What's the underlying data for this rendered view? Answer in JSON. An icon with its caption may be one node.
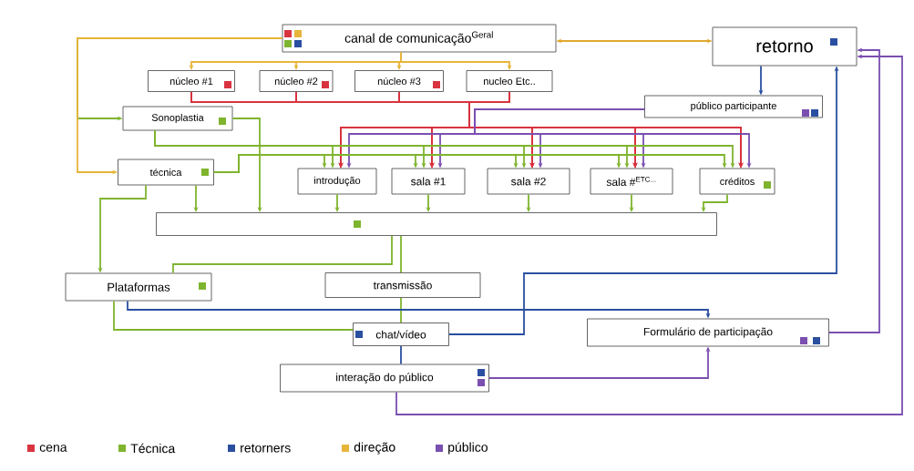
{
  "diagram": {
    "nodes": [
      {
        "text": [
          "canal de comunicação$^{Geral}$"
        ]
      },
      {
        "text": [
          "retorno"
        ]
      },
      {
        "text": [
          "núcleo #1"
        ]
      },
      {
        "text": [
          "núcleo #2"
        ]
      },
      {
        "text": [
          "núcleo #3"
        ]
      },
      {
        "text": [
          "nucleo Etc.."
        ]
      },
      {
        "text": [
          "público participante"
        ]
      },
      {
        "text": [
          "Sonoplastia"
        ]
      },
      {
        "text": [
          "técnica"
        ]
      },
      {
        "text": [
          "introdução"
        ]
      },
      {
        "text": [
          "sala #1"
        ]
      },
      {
        "text": [
          "sala #2"
        ]
      },
      {
        "text": [
          "sala #$^{ETC...}$"
        ]
      },
      {
        "text": [
          "créditos"
        ]
      },
      {
        "text": [],
        "shape": "box"
      },
      {
        "text": [
          "Plataformas"
        ]
      },
      {
        "text": [
          "transmissão"
        ]
      },
      {
        "text": [
          "Formulário de participação"
        ]
      },
      {
        "text": [
          "chat/vídeo"
        ]
      },
      {
        "text": [
          "interação do público"
        ]
      }
    ],
    "edges": [
      {
        "from": 0,
        "to": 1,
        "arrow": "both",
        "color": "#e0a830"
      },
      {
        "from": 0,
        "to": 2,
        "arrow": "to",
        "color": "#e6b53a"
      },
      {
        "from": 0,
        "to": 3,
        "arrow": "to",
        "color": "#e6b53a"
      },
      {
        "from": 0,
        "to": 4,
        "arrow": "to",
        "color": "#e6b53a"
      },
      {
        "from": 0,
        "to": 5,
        "arrow": "to",
        "color": "#e6b53a"
      },
      {
        "from": 0,
        "to": 7,
        "arrow": "to"
      },
      {
        "from": 0,
        "to": 8,
        "arrow": "to",
        "color": "#e6b53a"
      },
      {
        "from": 2,
        "to": 9,
        "arrow": "to",
        "color": "#d9333f"
      },
      {
        "from": 2,
        "to": 10,
        "arrow": "to",
        "color": "#d9333f"
      },
      {
        "from": 2,
        "to": 11,
        "arrow": "to",
        "color": "#d9333f"
      },
      {
        "from": 2,
        "to": 12,
        "arrow": "to",
        "color": "#d9333f"
      },
      {
        "from": 2,
        "to": 13,
        "arrow": "to",
        "color": "#d9333f"
      },
      {
        "from": 3,
        "to": 9,
        "arrow": "to",
        "color": "#d9333f"
      },
      {
        "from": 3,
        "to": 10,
        "arrow": "to",
        "color": "#d9333f"
      },
      {
        "from": 3,
        "to": 11,
        "arrow": "to",
        "color": "#d9333f"
      },
      {
        "from": 3,
        "to": 12,
        "arrow": "to",
        "color": "#d9333f"
      },
      {
        "from": 3,
        "to": 13,
        "arrow": "to",
        "color": "#d9333f"
      },
      {
        "from": 4,
        "to": 9,
        "arrow": "to",
        "color": "#d9333f"
      },
      {
        "from": 4,
        "to": 10,
        "arrow": "to",
        "color": "#d9333f"
      },
      {
        "from": 4,
        "to": 11,
        "arrow": "to",
        "color": "#d9333f"
      },
      {
        "from": 4,
        "to": 12,
        "arrow": "to",
        "color": "#d9333f"
      },
      {
        "from": 4,
        "to": 13,
        "arrow": "to",
        "color": "#d9333f"
      },
      {
        "from": 5,
        "to": 9,
        "arrow": "to",
        "color": "#d9333f"
      },
      {
        "from": 5,
        "to": 10,
        "arrow": "to",
        "color": "#d9333f"
      },
      {
        "from": 5,
        "to": 11,
        "arrow": "to",
        "color": "#d9333f"
      },
      {
        "from": 5,
        "to": 12,
        "arrow": "to",
        "color": "#d9333f"
      },
      {
        "from": 5,
        "to": 13,
        "arrow": "to",
        "color": "#d9333f"
      },
      {
        "from": 6,
        "to": 9,
        "arrow": "to",
        "color": "#7a4fb0"
      },
      {
        "from": 6,
        "to": 10,
        "arrow": "to",
        "color": "#7a4fb0"
      },
      {
        "from": 6,
        "to": 11,
        "arrow": "to",
        "color": "#7a4fb0"
      },
      {
        "from": 6,
        "to": 12,
        "arrow": "to",
        "color": "#7a4fb0"
      },
      {
        "from": 6,
        "to": 13,
        "arrow": "to",
        "color": "#7a4fb0"
      },
      {
        "from": 7,
        "to": 9,
        "arrow": "to"
      },
      {
        "from": 7,
        "to": 10,
        "arrow": "to"
      },
      {
        "from": 7,
        "to": 11,
        "arrow": "to"
      },
      {
        "from": 7,
        "to": 12,
        "arrow": "to"
      },
      {
        "from": 7,
        "to": 13,
        "arrow": "to"
      },
      {
        "from": 7,
        "to": 14,
        "arrow": "to"
      },
      {
        "from": 8,
        "to": 9,
        "arrow": "to"
      },
      {
        "from": 8,
        "to": 10,
        "arrow": "to"
      },
      {
        "from": 8,
        "to": 11,
        "arrow": "to"
      },
      {
        "from": 8,
        "to": 12,
        "arrow": "to"
      },
      {
        "from": 8,
        "to": 13,
        "arrow": "to"
      },
      {
        "from": 8,
        "to": 14,
        "arrow": "to"
      },
      {
        "from": 8,
        "to": 15,
        "arrow": "to"
      },
      {
        "from": 9,
        "to": 14,
        "arrow": "to"
      },
      {
        "from": 10,
        "to": 14,
        "arrow": "to"
      },
      {
        "from": 11,
        "to": 14,
        "arrow": "to"
      },
      {
        "from": 12,
        "to": 14,
        "arrow": "to"
      },
      {
        "from": 13,
        "to": 14,
        "arrow": "to"
      },
      {
        "from": 14,
        "to": 16,
        "arrow": "none"
      },
      {
        "from": 14,
        "to": 15,
        "arrow": "none"
      },
      {
        "from": 16,
        "to": 18,
        "arrow": "none"
      },
      {
        "from": 15,
        "to": 18,
        "arrow": "none"
      },
      {
        "from": 15,
        "to": 17,
        "arrow": "to",
        "color": "#2a4fa0"
      },
      {
        "from": 18,
        "to": 19,
        "arrow": "none",
        "color": "#2a4fa0"
      },
      {
        "from": 19,
        "to": 17,
        "arrow": "to",
        "color": "#7a4fb0"
      },
      {
        "from": 19,
        "to": 1,
        "arrow": "to",
        "color": "#7a4fb0"
      },
      {
        "from": 17,
        "to": 1,
        "arrow": "to",
        "color": "#7a4fb0"
      },
      {
        "from": 18,
        "to": 1,
        "arrow": "to",
        "color": "#2a4fa0"
      },
      {
        "from": 1,
        "to": 6,
        "arrow": "to",
        "color": "#2a4fa0"
      }
    ],
    "legend": [
      {
        "text": "cena",
        "color": "#d9333f"
      },
      {
        "text": "Técnica",
        "color": "#7fb42e"
      },
      {
        "text": "retorners",
        "color": "#2a4fa0"
      },
      {
        "text": "direção",
        "color": "#e6b53a"
      },
      {
        "text": "público",
        "color": "#7a4fb0"
      }
    ]
  }
}
